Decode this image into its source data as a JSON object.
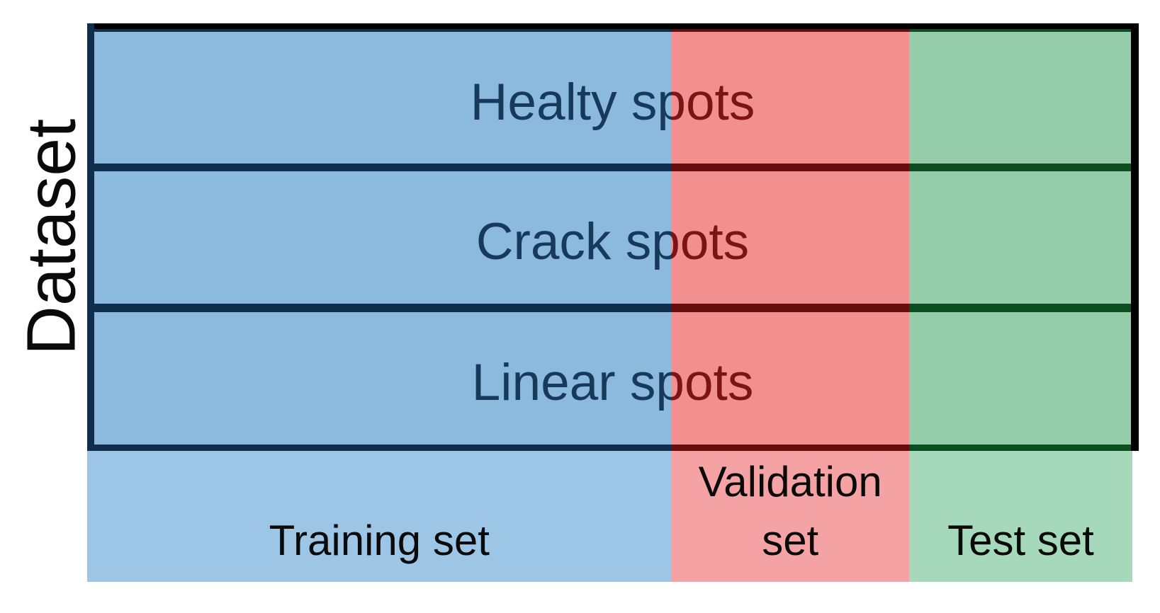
{
  "figure": {
    "axis_label": "Dataset",
    "rows": [
      {
        "label": "Healty spots"
      },
      {
        "label": "Crack spots"
      },
      {
        "label": "Linear spots"
      }
    ],
    "splits": [
      {
        "name": "Training set",
        "lines": [
          "Training set"
        ]
      },
      {
        "name": "Validation set",
        "lines": [
          "Validation",
          "set"
        ]
      },
      {
        "name": "Test set",
        "lines": [
          "Test set"
        ]
      }
    ],
    "colors": {
      "train_fill": "#8CBADF",
      "val_fill": "#F1908F",
      "test_fill": "#95CDAA",
      "train_band": "#9DC6E6",
      "val_band": "#F4A2A4",
      "test_band": "#A6D9BC",
      "train_border": "#0F2D4D",
      "val_border": "#670D10",
      "test_border": "#0B4E20",
      "outer_border": "#000000",
      "row_text_blue": "#17395C",
      "row_text_red": "#7B1317",
      "label_text": "#0A0A0A"
    }
  }
}
